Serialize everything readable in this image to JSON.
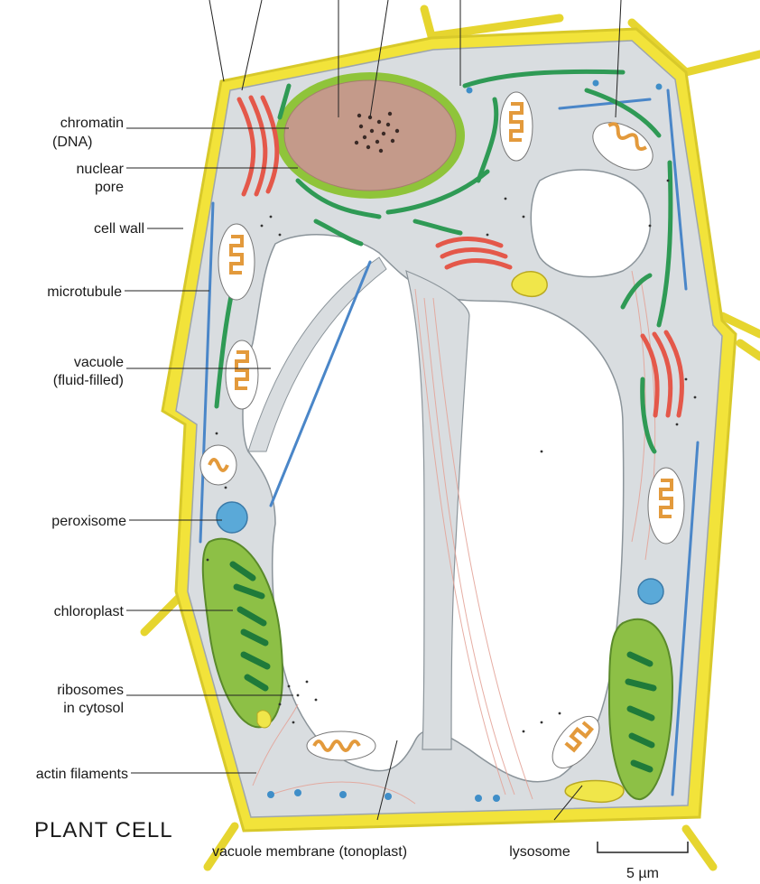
{
  "title": "PLANT CELL",
  "labels": {
    "chromatin_line1": "chromatin",
    "chromatin_line2": "(DNA)",
    "nuclear_pore_line1": "nuclear",
    "nuclear_pore_line2": "pore",
    "cell_wall": "cell wall",
    "microtubule": "microtubule",
    "vacuole_line1": "vacuole",
    "vacuole_line2": "(fluid-filled)",
    "peroxisome": "peroxisome",
    "chloroplast": "chloroplast",
    "ribosomes_line1": "ribosomes",
    "ribosomes_line2": "in cytosol",
    "actin_filaments": "actin filaments",
    "vacuole_membrane": "vacuole membrane (tonoplast)",
    "lysosome": "lysosome"
  },
  "scale_bar": {
    "label": "5 µm"
  },
  "colors": {
    "cell_wall": "#f2e33a",
    "cytosol": "#d9dde0",
    "nucleus": "#c49a8a",
    "nuclear_envelope": "#8fc43a",
    "er": "#2f9a55",
    "golgi": "#e4584a",
    "mitochondrion": "#e39a3c",
    "chloroplast": "#8dc046",
    "thylakoid": "#1f7a3a",
    "peroxisome": "#5aa9d8",
    "lysosome": "#f0e64a",
    "microtubule": "#4a86c8",
    "actin": "#e4a59a"
  }
}
